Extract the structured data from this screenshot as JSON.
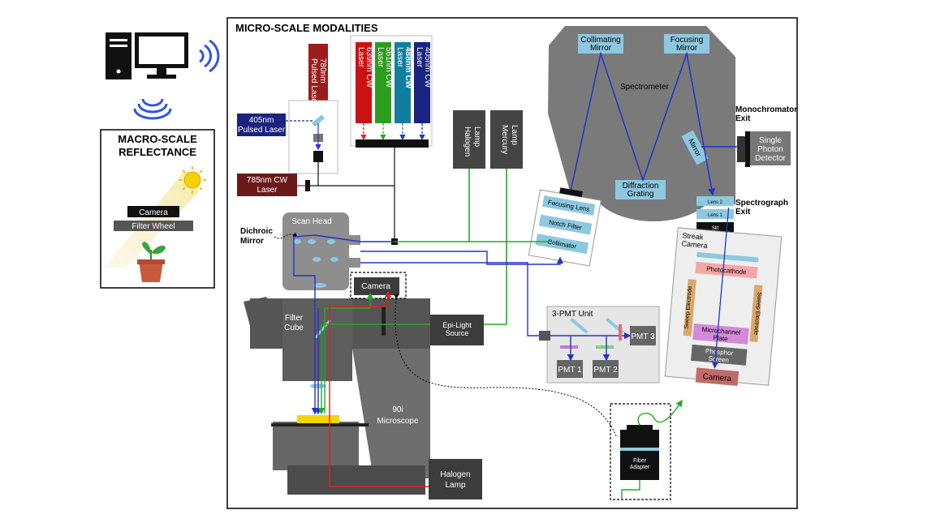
{
  "panels": {
    "micro_title": "MICRO-SCALE MODALITIES",
    "macro_title_1": "MACRO-SCALE",
    "macro_title_2": "REFLECTANCE"
  },
  "macro": {
    "camera": "Camera",
    "filter_wheel": "Filter Wheel"
  },
  "lasers": {
    "pulsed_780_1": "780nm",
    "pulsed_780_2": "Pulsed Laser",
    "pulsed_405_1": "405nm",
    "pulsed_405_2": "Pulsed Laser",
    "cw_785_1": "785nm CW",
    "cw_785_2": "Laser",
    "cw_639_1": "639nm CW",
    "cw_639_2": "Laser",
    "cw_561_1": "561nm CW",
    "cw_561_2": "Laser",
    "cw_488_1": "488nm CW",
    "cw_488_2": "Laser",
    "cw_405_1": "405nm CW",
    "cw_405_2": "Laser"
  },
  "lamps": {
    "halogen_1": "Halogen",
    "halogen_2": "Lamp",
    "mercury_1": "Mercury",
    "mercury_2": "Lamp"
  },
  "microscope": {
    "dichroic_1": "Dichroic",
    "dichroic_2": "Mirror",
    "scan_head": "Scan Head",
    "filter_cube_1": "Filter",
    "filter_cube_2": "Cube",
    "camera": "Camera",
    "epi_light_1": "Epi-Light",
    "epi_light_2": "Source",
    "model_1": "90i",
    "model_2": "Microscope",
    "halogen_1": "Halogen",
    "halogen_2": "Lamp"
  },
  "pmt": {
    "title": "3-PMT Unit",
    "pmt1": "PMT 1",
    "pmt2": "PMT 2",
    "pmt3": "PMT 3"
  },
  "spectrometer": {
    "collimating_1": "Collimating",
    "collimating_2": "Mirror",
    "focusing_1": "Focusing",
    "focusing_2": "Mirror",
    "name": "Spectrometer",
    "grating_1": "Diffraction",
    "grating_2": "Grating",
    "mirror": "Mirror",
    "mono_exit_1": "Monochromator",
    "mono_exit_2": "Exit",
    "spd_1": "Single",
    "spd_2": "Photon",
    "spd_3": "Detector",
    "spectro_exit_1": "Spectrograph",
    "spectro_exit_2": "Exit",
    "input_focusing_lens": "Focusing Lens",
    "input_notch_filter": "Notch Filter",
    "input_collimator": "Collimator"
  },
  "streak": {
    "lens2": "Lens 2",
    "lens1": "Lens 1",
    "slit": "Slit",
    "title_1": "Streak",
    "title_2": "Camera",
    "photocathode": "Photocathode",
    "sweep_left": "Sweep Electrode",
    "sweep_right": "Sweep Electrode",
    "mcp_1": "Microchannel",
    "mcp_2": "Plate",
    "phosphor_1": "Phosphor",
    "phosphor_2": "Screen",
    "camera": "Camera"
  },
  "fiber": {
    "adapter_1": "Fiber",
    "adapter_2": "Adapter"
  },
  "colors": {
    "blue_beam": "#2233cc",
    "green_beam": "#22aa22",
    "red_beam": "#dd2222",
    "dark_gray": "#555555",
    "light_blue": "#8cc8e0",
    "laser_red": "#9b1c1c",
    "laser_navy": "#1a237e"
  }
}
